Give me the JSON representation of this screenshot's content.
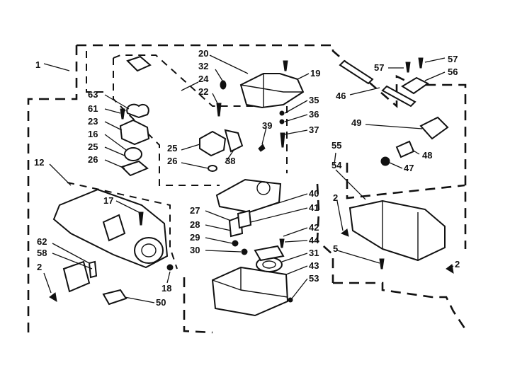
{
  "labels": [
    "1",
    "20",
    "32",
    "24",
    "22",
    "19",
    "35",
    "36",
    "37",
    "39",
    "38",
    "25",
    "26",
    "63",
    "61",
    "23",
    "16",
    "25",
    "26",
    "12",
    "17",
    "27",
    "28",
    "29",
    "30",
    "40",
    "41",
    "42",
    "44",
    "31",
    "43",
    "53",
    "62",
    "58",
    "2",
    "18",
    "50",
    "57",
    "57",
    "56",
    "46",
    "49",
    "48",
    "47",
    "55",
    "54",
    "2",
    "5",
    "2"
  ],
  "colors": {
    "ink": "#111111",
    "paper": "#ffffff"
  }
}
